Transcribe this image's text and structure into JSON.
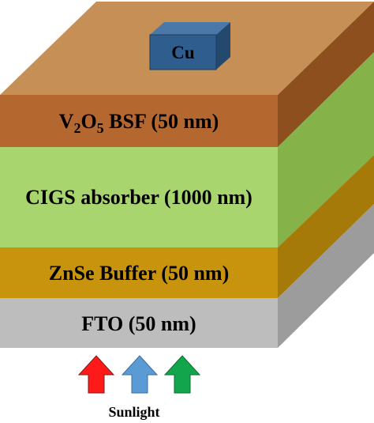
{
  "layers": {
    "v2o5": {
      "label_prefix": "V",
      "label_sub1": "2",
      "label_mid": "O",
      "label_sub2": "5",
      "label_suffix": " BSF (50 nm)",
      "front_color": "#B4682F",
      "side_color": "#8E4F1F"
    },
    "cigs": {
      "label": "CIGS absorber (1000 nm)",
      "front_color": "#A9D56E",
      "side_color": "#86B24A"
    },
    "znse": {
      "label": "ZnSe Buffer (50 nm)",
      "front_color": "#C8940E",
      "side_color": "#A57A08"
    },
    "fto": {
      "label": "FTO (50 nm)",
      "front_color": "#BDBDBD",
      "side_color": "#9C9C9C"
    }
  },
  "top_face_color": "#C68F55",
  "contact": {
    "label": "Cu",
    "front_color": "#2F5E8E",
    "top_color": "#4A78A8",
    "side_color": "#24496F"
  },
  "arrows": [
    {
      "name": "red-arrow",
      "color": "#FF1A1A"
    },
    {
      "name": "blue-arrow",
      "color": "#5B9BD5"
    },
    {
      "name": "green-arrow",
      "color": "#13A54B"
    }
  ],
  "sunlight_label": "Sunlight"
}
